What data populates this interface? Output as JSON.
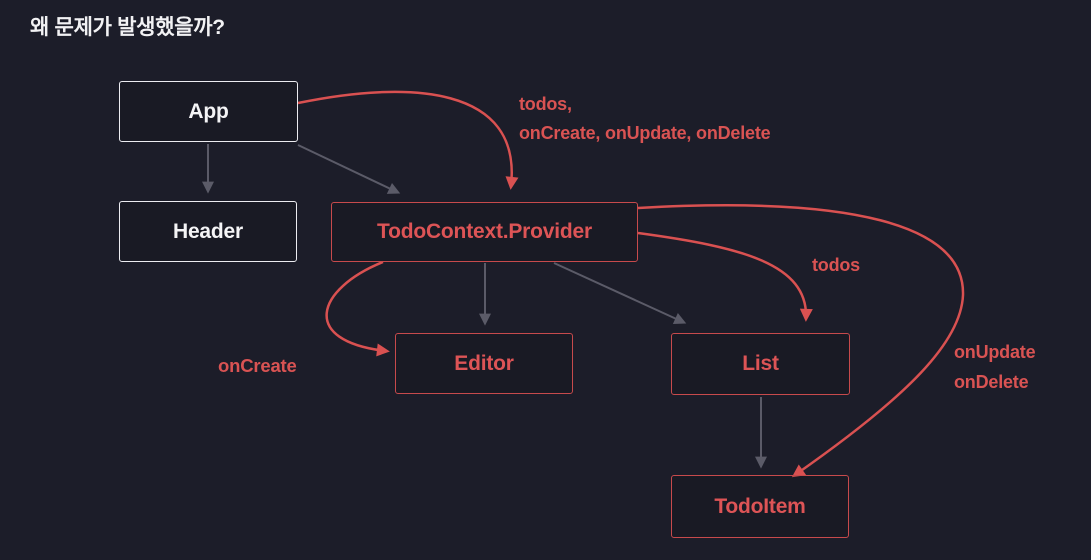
{
  "title": "왜 문제가 발생했을까?",
  "nodes": {
    "app": "App",
    "header": "Header",
    "provider": "TodoContext.Provider",
    "editor": "Editor",
    "list": "List",
    "todo_item": "TodoItem"
  },
  "edge_labels": {
    "props_line1": "todos,",
    "props_line2": "onCreate, onUpdate, onDelete",
    "on_create": "onCreate",
    "todos": "todos",
    "on_update": "onUpdate",
    "on_delete": "onDelete"
  },
  "colors": {
    "background": "#1c1d29",
    "node_light_border": "#ececf1",
    "node_light_text": "#f4f4f6",
    "node_red_border": "#c74a4c",
    "accent_red": "#d95353",
    "arrow_gray": "#5b5b68"
  }
}
